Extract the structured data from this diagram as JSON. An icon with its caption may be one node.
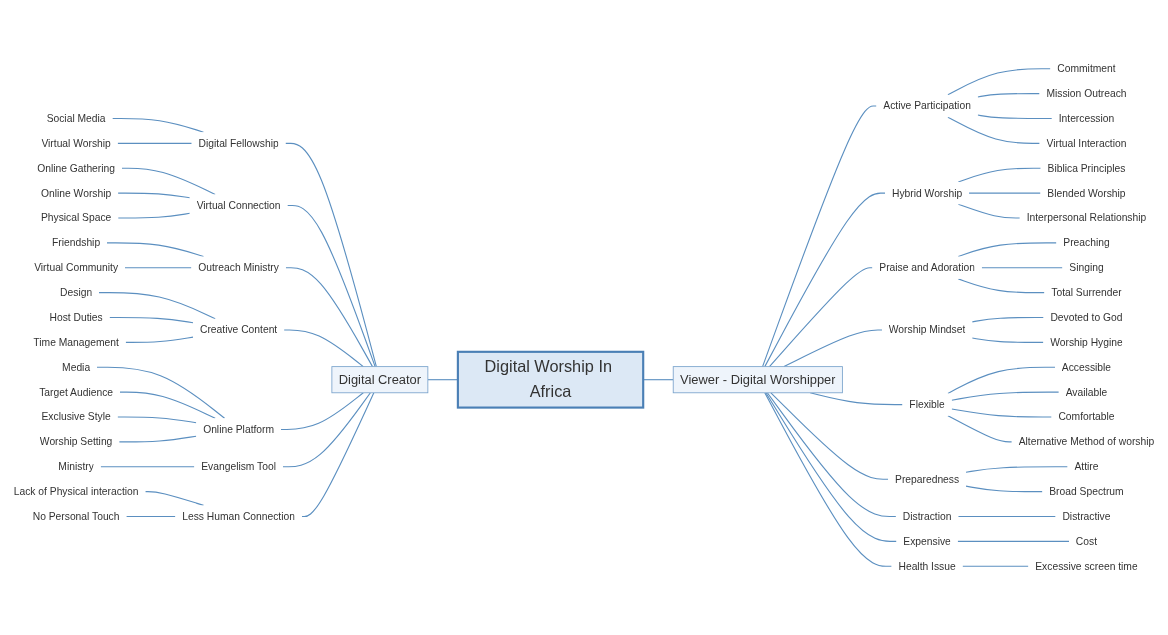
{
  "diagram": {
    "nodes": [
      {
        "text": [
          "Digital Worship In Africa"
        ]
      },
      {
        "text": [
          "Digital Creator"
        ]
      },
      {
        "text": [
          "Digital Fellowship"
        ]
      },
      {
        "text": [
          "Social Media"
        ]
      },
      {
        "text": [
          "Virtual Worship"
        ]
      },
      {
        "text": [
          "Virtual Connection"
        ]
      },
      {
        "text": [
          "Online Gathering"
        ]
      },
      {
        "text": [
          "Online Worship"
        ]
      },
      {
        "text": [
          "Physical Space"
        ]
      },
      {
        "text": [
          "Outreach Ministry"
        ]
      },
      {
        "text": [
          "Friendship"
        ]
      },
      {
        "text": [
          "Virtual Community"
        ]
      },
      {
        "text": [
          "Creative Content"
        ]
      },
      {
        "text": [
          "Design"
        ]
      },
      {
        "text": [
          "Host Duties"
        ]
      },
      {
        "text": [
          "Time Management"
        ]
      },
      {
        "text": [
          "Online Platform"
        ]
      },
      {
        "text": [
          "Media"
        ]
      },
      {
        "text": [
          "Target Audience"
        ]
      },
      {
        "text": [
          "Exclusive Style"
        ]
      },
      {
        "text": [
          "Worship Setting"
        ]
      },
      {
        "text": [
          "Evangelism Tool"
        ]
      },
      {
        "text": [
          "Ministry"
        ]
      },
      {
        "text": [
          "Less Human Connection"
        ]
      },
      {
        "text": [
          "Lack of Physical interaction"
        ]
      },
      {
        "text": [
          "No Personal Touch"
        ]
      },
      {
        "text": [
          "Viewer - Digital Worshipper"
        ]
      },
      {
        "text": [
          "Active Participation"
        ]
      },
      {
        "text": [
          "Commitment"
        ]
      },
      {
        "text": [
          "Mission Outreach"
        ]
      },
      {
        "text": [
          "Intercession"
        ]
      },
      {
        "text": [
          "Virtual Interaction"
        ]
      },
      {
        "text": [
          "Hybrid Worship"
        ]
      },
      {
        "text": [
          "Biblica Principles"
        ]
      },
      {
        "text": [
          "Blended Worship"
        ]
      },
      {
        "text": [
          "Interpersonal Relationship"
        ]
      },
      {
        "text": [
          "Praise and Adoration"
        ]
      },
      {
        "text": [
          "Preaching"
        ]
      },
      {
        "text": [
          "Singing"
        ]
      },
      {
        "text": [
          "Total Surrender"
        ]
      },
      {
        "text": [
          "Worship Mindset"
        ]
      },
      {
        "text": [
          "Devoted to God"
        ]
      },
      {
        "text": [
          "Worship Hygine"
        ]
      },
      {
        "text": [
          "Flexible"
        ]
      },
      {
        "text": [
          "Accessible"
        ]
      },
      {
        "text": [
          "Available"
        ]
      },
      {
        "text": [
          "Comfortable"
        ]
      },
      {
        "text": [
          "Alternative Method of worship"
        ]
      },
      {
        "text": [
          "Preparedness"
        ]
      },
      {
        "text": [
          "Attire"
        ]
      },
      {
        "text": [
          "Broad Spectrum"
        ]
      },
      {
        "text": [
          "Distraction"
        ]
      },
      {
        "text": [
          "Distractive"
        ]
      },
      {
        "text": [
          "Expensive"
        ]
      },
      {
        "text": [
          "Cost"
        ]
      },
      {
        "text": [
          "Health Issue"
        ]
      },
      {
        "text": [
          "Excessive screen time"
        ]
      }
    ],
    "edges": [
      {
        "from": 3,
        "to": 2,
        "arrow": "none"
      },
      {
        "from": 4,
        "to": 2,
        "arrow": "none"
      },
      {
        "from": 2,
        "to": 1,
        "arrow": "none"
      },
      {
        "from": 6,
        "to": 5,
        "arrow": "none"
      },
      {
        "from": 7,
        "to": 5,
        "arrow": "none"
      },
      {
        "from": 8,
        "to": 5,
        "arrow": "none"
      },
      {
        "from": 5,
        "to": 1,
        "arrow": "none"
      },
      {
        "from": 10,
        "to": 9,
        "arrow": "none"
      },
      {
        "from": 11,
        "to": 9,
        "arrow": "none"
      },
      {
        "from": 9,
        "to": 1,
        "arrow": "none"
      },
      {
        "from": 13,
        "to": 12,
        "arrow": "none"
      },
      {
        "from": 14,
        "to": 12,
        "arrow": "none"
      },
      {
        "from": 15,
        "to": 12,
        "arrow": "none"
      },
      {
        "from": 12,
        "to": 1,
        "arrow": "none"
      },
      {
        "from": 17,
        "to": 16,
        "arrow": "none"
      },
      {
        "from": 18,
        "to": 16,
        "arrow": "none"
      },
      {
        "from": 19,
        "to": 16,
        "arrow": "none"
      },
      {
        "from": 20,
        "to": 16,
        "arrow": "none"
      },
      {
        "from": 16,
        "to": 1,
        "arrow": "none"
      },
      {
        "from": 22,
        "to": 21,
        "arrow": "none"
      },
      {
        "from": 21,
        "to": 1,
        "arrow": "none"
      },
      {
        "from": 24,
        "to": 23,
        "arrow": "none"
      },
      {
        "from": 25,
        "to": 23,
        "arrow": "none"
      },
      {
        "from": 23,
        "to": 1,
        "arrow": "none"
      },
      {
        "from": 1,
        "to": 0,
        "arrow": "none"
      },
      {
        "from": 0,
        "to": 26,
        "arrow": "none"
      },
      {
        "from": 26,
        "to": 27,
        "arrow": "none"
      },
      {
        "from": 27,
        "to": 28,
        "arrow": "none"
      },
      {
        "from": 27,
        "to": 29,
        "arrow": "none"
      },
      {
        "from": 27,
        "to": 30,
        "arrow": "none"
      },
      {
        "from": 27,
        "to": 31,
        "arrow": "none"
      },
      {
        "from": 26,
        "to": 32,
        "arrow": "none"
      },
      {
        "from": 32,
        "to": 33,
        "arrow": "none"
      },
      {
        "from": 32,
        "to": 34,
        "arrow": "none"
      },
      {
        "from": 32,
        "to": 35,
        "arrow": "none"
      },
      {
        "from": 26,
        "to": 36,
        "arrow": "none"
      },
      {
        "from": 36,
        "to": 37,
        "arrow": "none"
      },
      {
        "from": 36,
        "to": 38,
        "arrow": "none"
      },
      {
        "from": 36,
        "to": 39,
        "arrow": "none"
      },
      {
        "from": 26,
        "to": 40,
        "arrow": "none"
      },
      {
        "from": 40,
        "to": 41,
        "arrow": "none"
      },
      {
        "from": 40,
        "to": 42,
        "arrow": "none"
      },
      {
        "from": 26,
        "to": 43,
        "arrow": "none"
      },
      {
        "from": 43,
        "to": 44,
        "arrow": "none"
      },
      {
        "from": 43,
        "to": 45,
        "arrow": "none"
      },
      {
        "from": 43,
        "to": 46,
        "arrow": "none"
      },
      {
        "from": 43,
        "to": 47,
        "arrow": "none"
      },
      {
        "from": 26,
        "to": 48,
        "arrow": "none"
      },
      {
        "from": 48,
        "to": 49,
        "arrow": "none"
      },
      {
        "from": 48,
        "to": 50,
        "arrow": "none"
      },
      {
        "from": 26,
        "to": 51,
        "arrow": "none"
      },
      {
        "from": 51,
        "to": 52,
        "arrow": "none"
      },
      {
        "from": 26,
        "to": 53,
        "arrow": "none"
      },
      {
        "from": 53,
        "to": 54,
        "arrow": "none"
      },
      {
        "from": 26,
        "to": 55,
        "arrow": "none"
      },
      {
        "from": 55,
        "to": 56,
        "arrow": "none"
      }
    ]
  }
}
